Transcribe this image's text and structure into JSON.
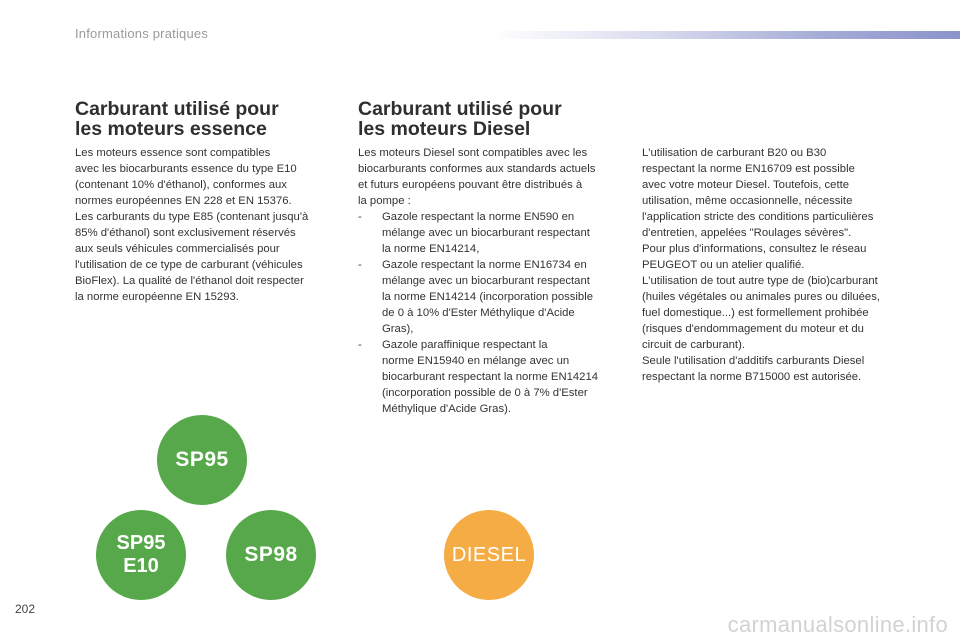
{
  "header": {
    "title": "Informations pratiques"
  },
  "left_section": {
    "title_line1": "Carburant utilisé pour",
    "title_line2": "les moteurs essence",
    "paragraphs": [
      "Les moteurs essence sont compatibles",
      "avec les biocarburants essence du type E10",
      "(contenant 10% d'éthanol), conformes aux",
      "normes européennes EN 228 et EN 15376.",
      "Les carburants du type E85 (contenant jusqu'à",
      "85% d'éthanol) sont exclusivement réservés",
      "aux seuls véhicules commercialisés pour",
      "l'utilisation de ce type de carburant (véhicules",
      "BioFlex). La qualité de l'éthanol doit respecter",
      "la norme européenne EN 15293."
    ]
  },
  "diesel_section": {
    "title_line1": "Carburant utilisé pour",
    "title_line2": "les moteurs Diesel",
    "intro": [
      "Les moteurs Diesel sont compatibles avec les",
      "biocarburants conformes aux standards actuels",
      "et futurs européens pouvant être distribués à",
      "la pompe :"
    ],
    "bullets": [
      {
        "dash": "-",
        "lines": [
          "Gazole respectant la norme EN590 en",
          "mélange avec un biocarburant respectant",
          "la norme EN14214,"
        ]
      },
      {
        "dash": "-",
        "lines": [
          "Gazole respectant la norme EN16734 en",
          "mélange avec un biocarburant respectant",
          "la norme EN14214 (incorporation possible",
          "de 0 à 10% d'Ester Méthylique d'Acide",
          "Gras),"
        ]
      },
      {
        "dash": "-",
        "lines": [
          "Gazole paraffinique respectant la",
          "norme EN15940 en mélange avec un",
          "biocarburant respectant la norme EN14214",
          "(incorporation possible de 0 à 7% d'Ester",
          "Méthylique d'Acide Gras)."
        ]
      }
    ],
    "right_column": [
      "L'utilisation de carburant B20 ou B30",
      "respectant la norme EN16709 est possible",
      "avec votre moteur Diesel. Toutefois, cette",
      "utilisation, même occasionnelle, nécessite",
      "l'application stricte des conditions particulières",
      "d'entretien, appelées \"Roulages sévères\".",
      "Pour plus d'informations, consultez le réseau",
      "PEUGEOT ou un atelier qualifié.",
      "L'utilisation de tout autre type de (bio)carburant",
      "(huiles végétales ou animales pures ou diluées,",
      "fuel domestique...) est formellement prohibée",
      "(risques d'endommagement du moteur et du",
      "circuit de carburant).",
      "Seule l'utilisation d'additifs carburants Diesel",
      "respectant la norme B715000 est autorisée."
    ]
  },
  "badges": {
    "sp95": "SP95",
    "sp95e10_line1": "SP95",
    "sp95e10_line2": "E10",
    "sp98": "SP98",
    "diesel": "DIESEL",
    "colors": {
      "green": "#56a84a",
      "orange": "#f5ac45"
    }
  },
  "footer": {
    "page_number": "202",
    "watermark": "carmanualsonline.info"
  }
}
